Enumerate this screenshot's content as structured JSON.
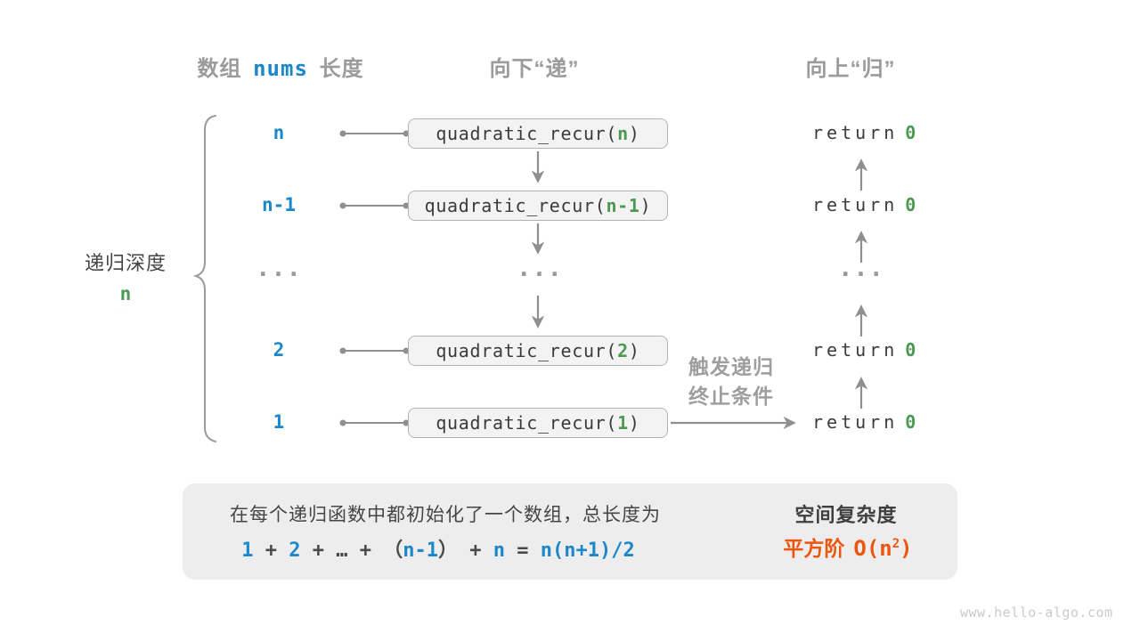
{
  "headers": {
    "array_pre": "数组",
    "array_code": "nums",
    "array_post": "长度",
    "down": "向下“递”",
    "up": "向上“归”"
  },
  "depth": {
    "label": "递归深度",
    "value": "n"
  },
  "rows": [
    {
      "size": "n",
      "call_pre": "quadratic_recur(",
      "arg": "n",
      "call_post": ")",
      "ret_pre": "return",
      "ret_val": "0"
    },
    {
      "size": "n-1",
      "call_pre": "quadratic_recur(",
      "arg": "n-1",
      "call_post": ")",
      "ret_pre": "return",
      "ret_val": "0"
    },
    {
      "size": "···",
      "mid": "···",
      "ret": "···"
    },
    {
      "size": "2",
      "call_pre": "quadratic_recur(",
      "arg": "2",
      "call_post": ")",
      "ret_pre": "return",
      "ret_val": "0"
    },
    {
      "size": "1",
      "call_pre": "quadratic_recur(",
      "arg": "1",
      "call_post": ")",
      "ret_pre": "return",
      "ret_val": "0"
    }
  ],
  "trigger": {
    "line1": "触发递归",
    "line2": "终止条件"
  },
  "summary": {
    "description": "在每个递归函数中都初始化了一个数组，总长度为",
    "formula": [
      {
        "text": "1"
      },
      {
        "text": " + "
      },
      {
        "text": "2"
      },
      {
        "text": " + … + （"
      },
      {
        "text": "n-1"
      },
      {
        "text": "） + "
      },
      {
        "text": "n"
      },
      {
        "text": " = "
      },
      {
        "text": "n(n+1)/2"
      }
    ],
    "complexity_title": "空间复杂度",
    "complexity_prefix": "平方阶",
    "complexity_o_pre": "O(n",
    "complexity_sup": "2",
    "complexity_o_post": ")"
  },
  "watermark": "www.hello-algo.com",
  "colors": {
    "blue": "#1c87c9",
    "green": "#4c9a52",
    "orange": "#ec560e",
    "gray_header": "#9b9b9b",
    "dark_text": "#3f3f3f",
    "line_gray": "#8f8f8f",
    "box_bg": "#f3f3f3",
    "box_border": "#b3b3b3",
    "summary_bg": "#ededed"
  }
}
